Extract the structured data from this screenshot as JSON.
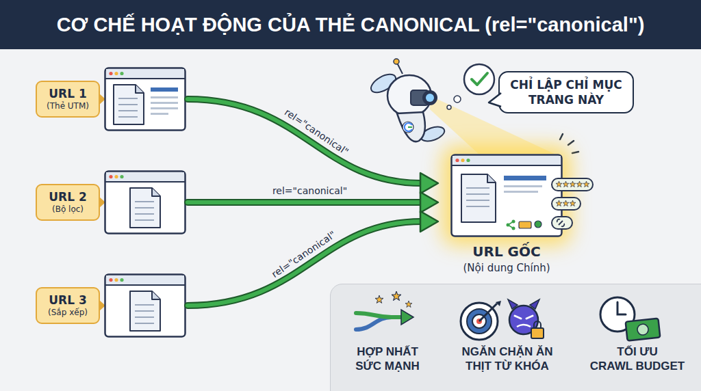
{
  "diagram": {
    "title": "CƠ CHẾ HOẠT ĐỘNG CỦA THẺ CANONICAL (rel=\"canonical\")",
    "nodes": [
      {
        "text": [
          "URL 1",
          "(Thẻ UTM)"
        ]
      },
      {
        "text": [
          "URL 2",
          "(Bộ lọc)"
        ]
      },
      {
        "text": [
          "URL 3",
          "(Sắp xếp)"
        ]
      },
      {
        "text": [
          "URL GỐC",
          "(Nội dung Chính)"
        ]
      },
      {
        "text": [
          "CHỈ LẬP CHỈ MỤC TRANG NÀY"
        ]
      },
      {
        "text": [
          "HỢP NHẤT SỨC MẠNH",
          "NGĂN CHẶN ĂN THỊT TỪ KHÓA",
          "TỐI ƯU CRAWL BUDGET"
        ]
      }
    ],
    "edges": [
      {
        "from": 0,
        "to": 3,
        "label": "rel=\"canonical\"",
        "arrow": "to"
      },
      {
        "from": 1,
        "to": 3,
        "label": "rel=\"canonical\"",
        "arrow": "to"
      },
      {
        "from": 2,
        "to": 3,
        "label": "rel=\"canonical\"",
        "arrow": "to"
      }
    ]
  }
}
